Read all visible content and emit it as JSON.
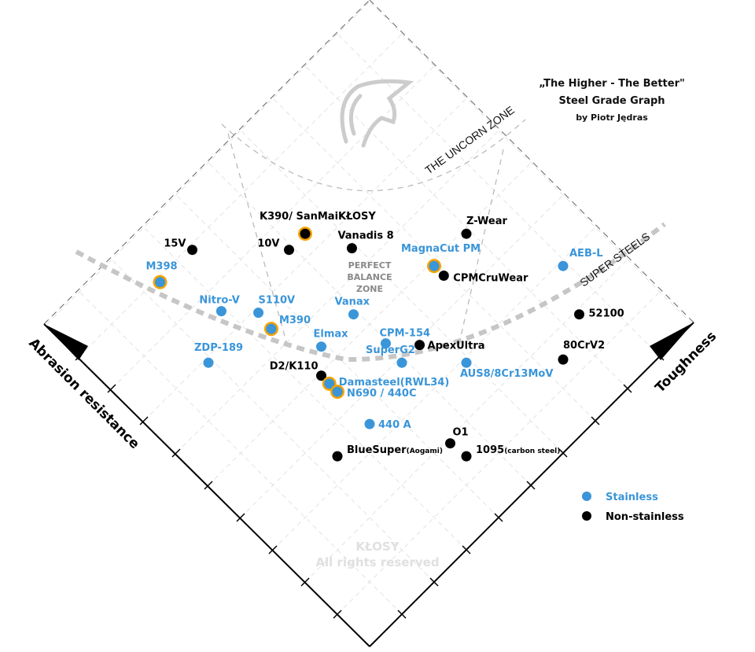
{
  "chart_data": {
    "type": "scatter",
    "title": "„The Higher - The Better\"",
    "subtitle": "Steel Grade Graph",
    "author": "by Piotr Jędras",
    "xlabel": "Toughness",
    "ylabel": "Abrasion resistance",
    "xlim": [
      0,
      10
    ],
    "ylim": [
      0,
      10
    ],
    "grid": true,
    "legend_position": "bottom-right",
    "legend": [
      {
        "label": "Stainless",
        "color": "#3a95d9"
      },
      {
        "label": "Non-stainless",
        "color": "#000000"
      }
    ],
    "zones": {
      "unicorn": "THE UNCORN ZONE",
      "super": "SUPER STEELS",
      "balance": [
        "PERFECT",
        "BALANCE",
        "ZONE"
      ]
    },
    "watermark": [
      "KŁOSY",
      "All rights reserved"
    ],
    "points": [
      {
        "name": "K390/ SanMaiKŁOSY",
        "toughness": 5.4,
        "abrasion": 7.4,
        "stainless": false,
        "highlight": true
      },
      {
        "name": "10V",
        "toughness": 4.9,
        "abrasion": 7.4,
        "stainless": false,
        "highlight": false
      },
      {
        "name": "Vanadis 8",
        "toughness": 5.9,
        "abrasion": 6.45,
        "stainless": false,
        "highlight": false
      },
      {
        "name": "Z-Wear",
        "toughness": 7.9,
        "abrasion": 4.9,
        "stainless": false,
        "highlight": false
      },
      {
        "name": "MagnaCut PM",
        "toughness": 6.9,
        "abrasion": 4.9,
        "stainless": true,
        "highlight": true
      },
      {
        "name": "CPMCruWear",
        "toughness": 6.9,
        "abrasion": 4.6,
        "stainless": false,
        "highlight": false
      },
      {
        "name": "15V",
        "toughness": 3.4,
        "abrasion": 8.9,
        "stainless": false,
        "highlight": false
      },
      {
        "name": "M398",
        "toughness": 2.4,
        "abrasion": 8.9,
        "stainless": true,
        "highlight": true
      },
      {
        "name": "Nitro-V",
        "toughness": 2.9,
        "abrasion": 7.5,
        "stainless": true,
        "highlight": false
      },
      {
        "name": "S110V",
        "toughness": 3.45,
        "abrasion": 6.9,
        "stainless": true,
        "highlight": false
      },
      {
        "name": "M390",
        "toughness": 3.4,
        "abrasion": 6.45,
        "stainless": true,
        "highlight": true
      },
      {
        "name": "Vanax",
        "toughness": 4.9,
        "abrasion": 5.4,
        "stainless": true,
        "highlight": false
      },
      {
        "name": "Elmax",
        "toughness": 3.9,
        "abrasion": 5.4,
        "stainless": true,
        "highlight": false
      },
      {
        "name": "CPM-154",
        "toughness": 4.95,
        "abrasion": 4.45,
        "stainless": true,
        "highlight": false
      },
      {
        "name": "ApexUltra",
        "toughness": 5.45,
        "abrasion": 3.9,
        "stainless": false,
        "highlight": false
      },
      {
        "name": "SuperG2",
        "toughness": 4.9,
        "abrasion": 3.9,
        "stainless": true,
        "highlight": false
      },
      {
        "name": "AUS8/8Cr13MoV",
        "toughness": 5.9,
        "abrasion": 2.9,
        "stainless": true,
        "highlight": false
      },
      {
        "name": "ZDP-189",
        "toughness": 1.9,
        "abrasion": 6.9,
        "stainless": true,
        "highlight": false
      },
      {
        "name": "AEB-L",
        "toughness": 8.9,
        "abrasion": 2.9,
        "stainless": true,
        "highlight": false
      },
      {
        "name": "52100",
        "toughness": 8.4,
        "abrasion": 1.9,
        "stainless": false,
        "highlight": false
      },
      {
        "name": "80CrV2",
        "toughness": 7.45,
        "abrasion": 1.45,
        "stainless": false,
        "highlight": false
      },
      {
        "name": "D2/K110",
        "toughness": 3.45,
        "abrasion": 4.95,
        "stainless": false,
        "highlight": false
      },
      {
        "name": "Damasteel(RWL34)",
        "toughness": 3.45,
        "abrasion": 4.7,
        "stainless": true,
        "highlight": true
      },
      {
        "name": "N690 / 440C",
        "toughness": 3.45,
        "abrasion": 4.45,
        "stainless": true,
        "highlight": true
      },
      {
        "name": "440 A",
        "toughness": 3.45,
        "abrasion": 3.45,
        "stainless": true,
        "highlight": false
      },
      {
        "name": "O1",
        "toughness": 4.4,
        "abrasion": 1.9,
        "stainless": false,
        "highlight": false
      },
      {
        "name": "BlueSuper",
        "suffix": "(Aogami)",
        "toughness": 2.45,
        "abrasion": 3.45,
        "stainless": false,
        "highlight": false
      },
      {
        "name": "1095",
        "suffix": "(carbon steel)",
        "toughness": 4.45,
        "abrasion": 1.45,
        "stainless": false,
        "highlight": false
      }
    ]
  }
}
